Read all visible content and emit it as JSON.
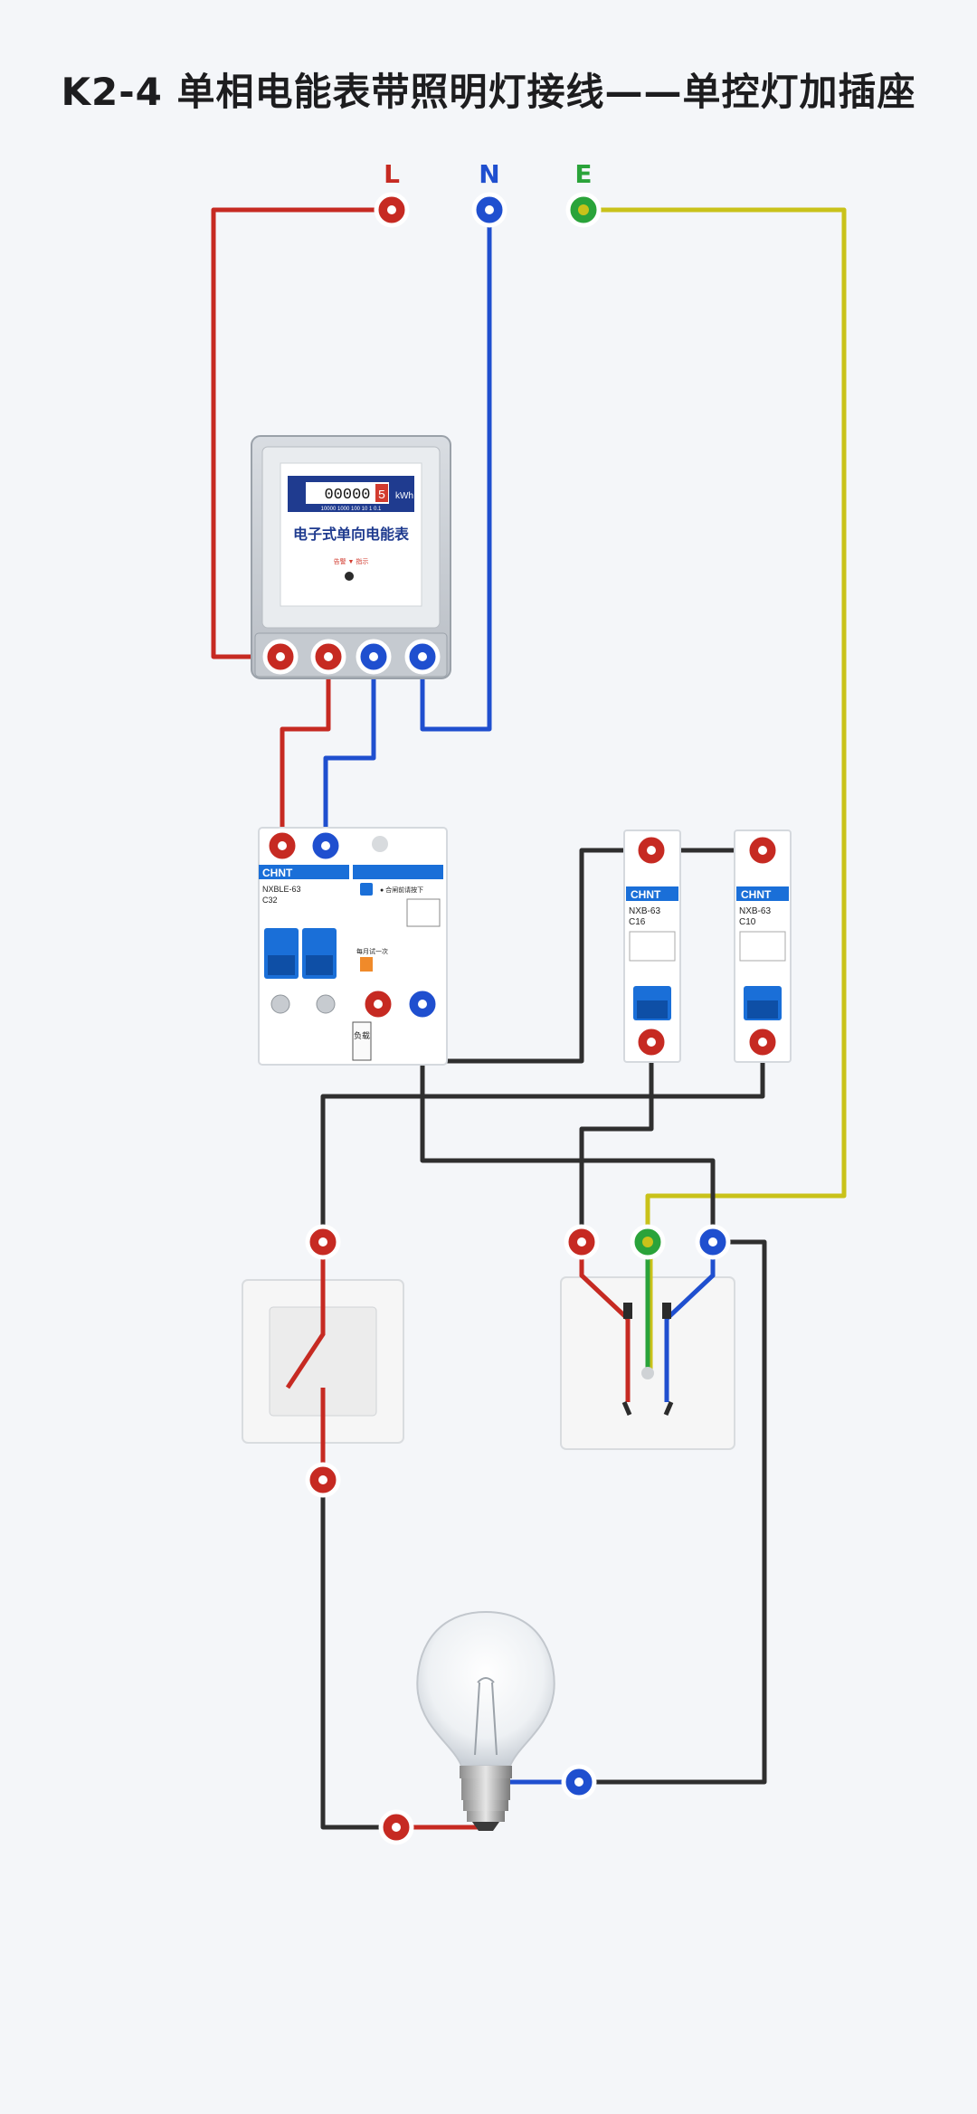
{
  "title": "K2-4 单相电能表带照明灯接线——单控灯加插座",
  "terminals": {
    "L": "L",
    "N": "N",
    "E": "E"
  },
  "meter": {
    "title": "电子式单向电能表",
    "digits": "00000",
    "last_digit": "5",
    "unit": "kWh",
    "scale": "10000 1000 100 10 1 0.1",
    "indicator": "告警 ▼ 指示"
  },
  "rcbo": {
    "brand": "CHNT",
    "model": "NXBLE-63",
    "rating": "C32",
    "label1": "● 合闸前请按下",
    "label2": "每月试一次",
    "side": "负载"
  },
  "breakers": [
    {
      "brand": "CHNT",
      "model": "NXB-63",
      "rating": "C16"
    },
    {
      "brand": "CHNT",
      "model": "NXB-63",
      "rating": "C10"
    }
  ],
  "colors": {
    "live": "#c62a22",
    "neutral": "#1f4fcf",
    "earth": "#2aa33a",
    "earth_wire": "#c9c21a",
    "load_wire": "#2f2f2f",
    "brand": "#1a6fd8"
  }
}
